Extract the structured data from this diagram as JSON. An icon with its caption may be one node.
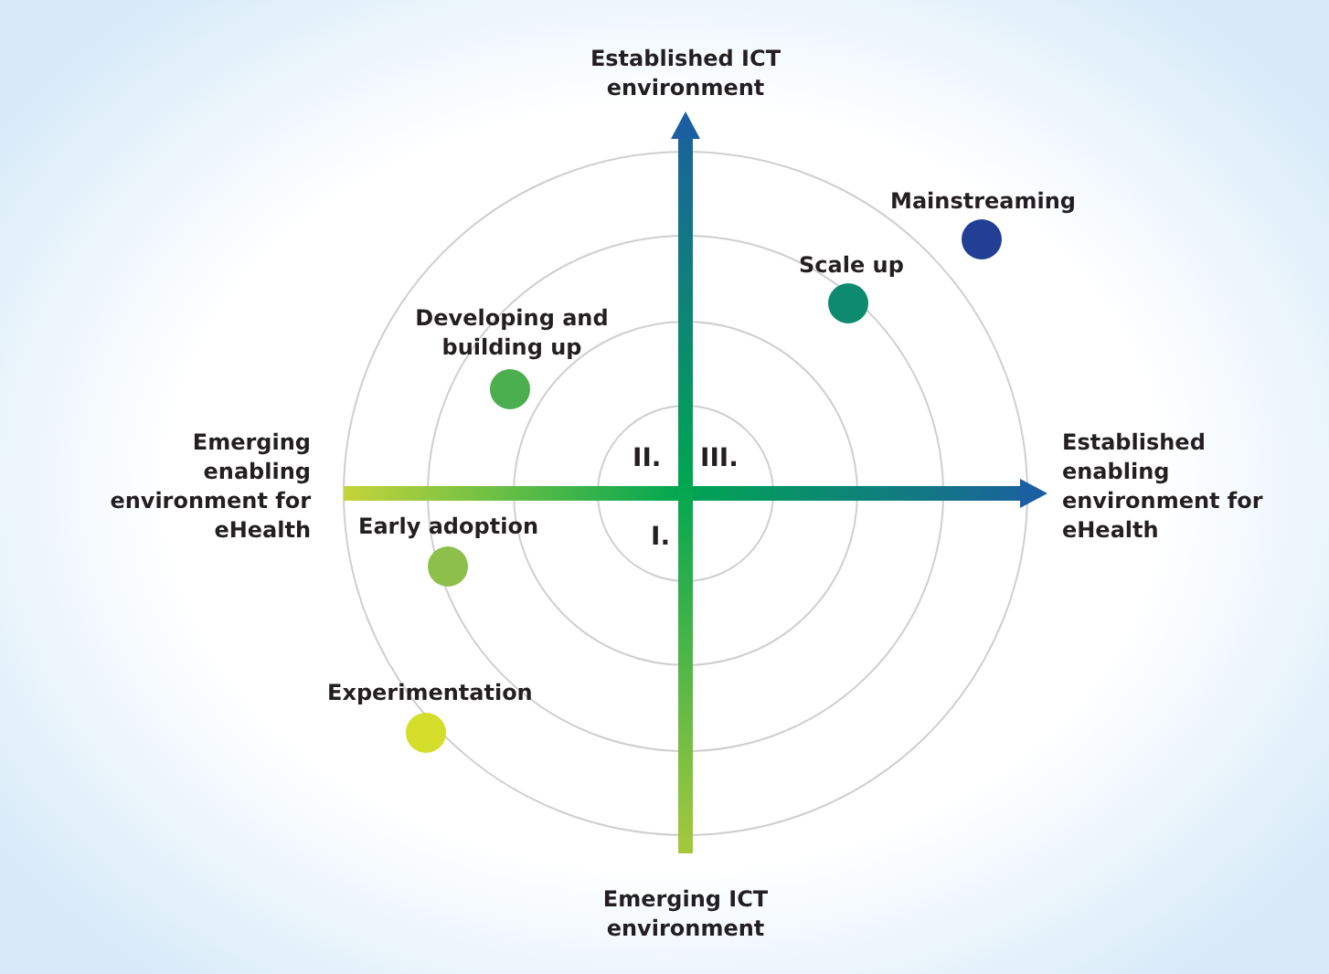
{
  "diagram": {
    "nodes": [
      {
        "text": [],
        "shape": "circle",
        "beside": [
          "Mainstreaming"
        ]
      },
      {
        "text": [],
        "shape": "circle",
        "beside": [
          "Scale up"
        ]
      },
      {
        "text": [],
        "shape": "circle",
        "beside": [
          "Developing and building up"
        ]
      },
      {
        "text": [],
        "shape": "circle",
        "beside": [
          "Early adoption"
        ]
      },
      {
        "text": [],
        "shape": "circle",
        "beside": [
          "Experimentation"
        ]
      }
    ],
    "edges": [],
    "labels": [
      "Established ICT environment",
      "Emerging enabling environment for eHealth",
      "II.",
      "III.",
      "Established enabling environment for eHealth",
      "I.",
      "Emerging ICT environment"
    ]
  }
}
